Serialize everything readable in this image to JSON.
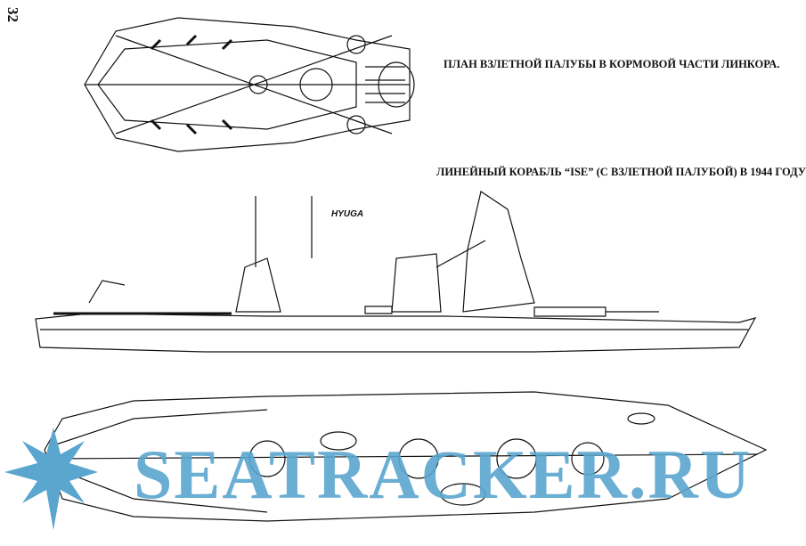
{
  "page_number": "32",
  "captions": {
    "deck_plan": "ПЛАН ВЗЛЕТНОЙ ПАЛУБЫ В КОРМОВОЙ ЧАСТИ ЛИНКОРА.",
    "ship_title": "ЛИНЕЙНЫЙ КОРАБЛЬ “ISE” (С ВЗЛЕТНОЙ ПАЛУБОЙ) В 1944 ГОДУ"
  },
  "labels": {
    "hyuga": "HYUGA"
  },
  "watermark": {
    "text": "SEATRACKER.RU",
    "color": "#5aa6cf"
  }
}
